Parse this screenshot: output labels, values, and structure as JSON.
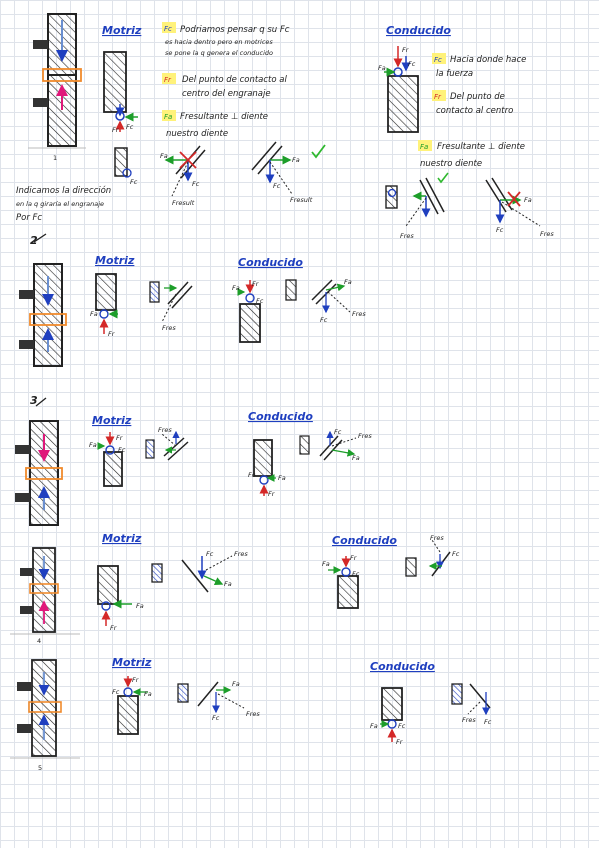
{
  "colors": {
    "fc": "#1f3fbf",
    "fr": "#d42828",
    "fa": "#1d9e2a",
    "highlight": "#fff27a",
    "slot": "#f08a2c",
    "ink": "#222222",
    "pink": "#e0187a",
    "grid": "#dfe3ea",
    "check": "#2fb82f"
  },
  "labels": {
    "motriz": "Motriz",
    "conducido": "Conducido",
    "fc": "Fc",
    "fr": "Fr",
    "fa": "Fa",
    "fres": "Fres",
    "fresult": "Fresult",
    "fresul": "Fresul"
  },
  "page_numbers": {
    "p1": "1",
    "p4": "4",
    "p5": "5"
  },
  "section_marks": {
    "s2": "2",
    "s3": "3"
  },
  "notes": {
    "motriz_fc_l1": "Podriamos pensar q su Fc",
    "motriz_fc_l2": "es hacia dentro pero en motrices",
    "motriz_fc_l3": "se pone la q genera el conducido",
    "motriz_fr_l1": "Del punto de contacto al",
    "motriz_fr_l2": "centro del engranaje",
    "motriz_fa_l1": "Fresultante ⊥ diente",
    "motriz_fa_l2": "nuestro diente",
    "cond_fc_l1": "Hacia donde hace",
    "cond_fc_l2": "la fuerza",
    "cond_fr_l1": "Del punto de",
    "cond_fr_l2": "contacto al centro",
    "cond_fa_l1": "Fresultante ⊥ diente",
    "cond_fa_l2": "nuestro diente",
    "left_l1": "Indicamos la dirección",
    "left_l2": "en la q giraría el engranaje",
    "left_l3": "Por Fc"
  }
}
